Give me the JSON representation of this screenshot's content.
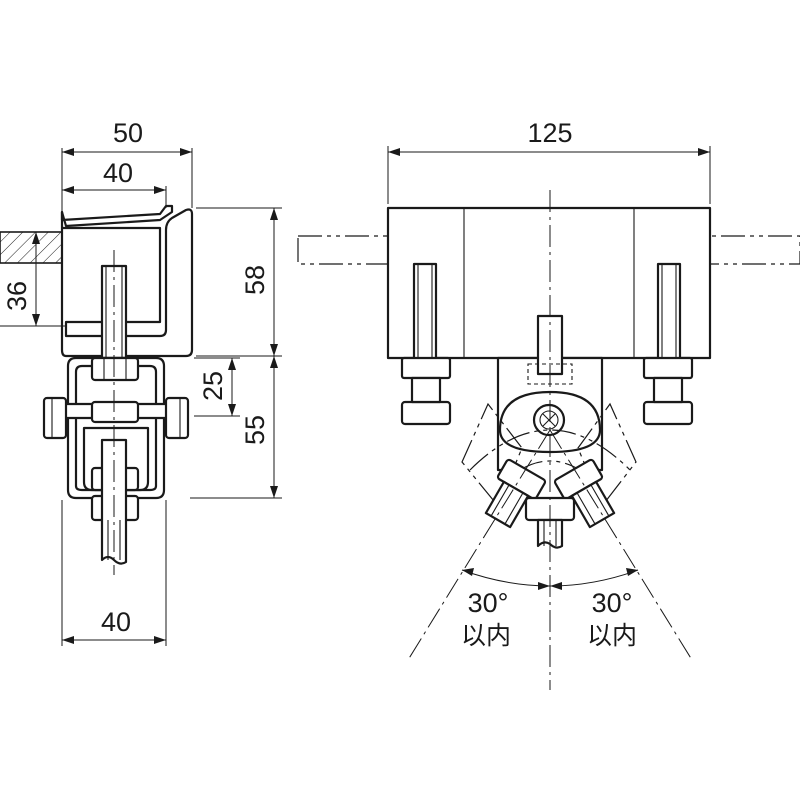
{
  "dimensions": {
    "side_width_top": "50",
    "side_width_inner": "40",
    "side_height_flange": "36",
    "side_height_total": "58",
    "side_height_hanger": "25",
    "side_height_lower": "55",
    "side_width_bottom": "40",
    "front_width": "125"
  },
  "angles": {
    "left_value": "30°",
    "left_note": "以内",
    "right_value": "30°",
    "right_note": "以内"
  }
}
